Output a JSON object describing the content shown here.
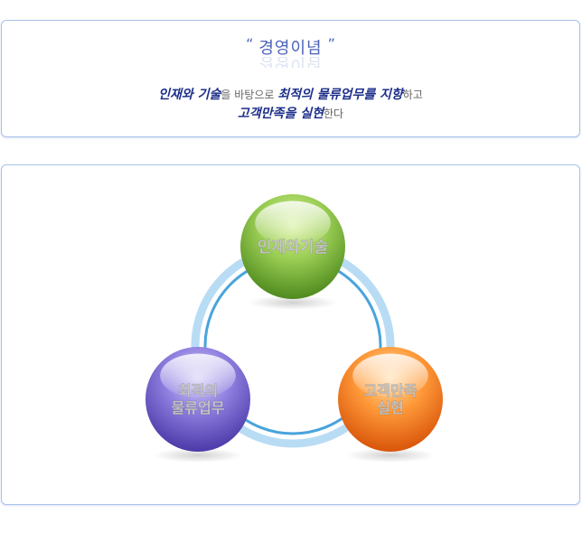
{
  "philosophy": {
    "title": "경영이념",
    "open_quote": "“",
    "close_quote": "”",
    "line1": [
      {
        "text": "인재와 기술",
        "emph": true
      },
      {
        "text": "을 바탕으로 ",
        "emph": false
      },
      {
        "text": "최적의 물류업무를 지향",
        "emph": true
      },
      {
        "text": "하고",
        "emph": false
      }
    ],
    "line2": [
      {
        "text": "고객만족을 실현",
        "emph": true
      },
      {
        "text": "한다",
        "emph": false
      }
    ]
  },
  "diagram": {
    "nodes": [
      {
        "lines": [
          "인재와기술"
        ],
        "color": "green"
      },
      {
        "lines": [
          "최적의",
          "물류업무"
        ],
        "color": "purple"
      },
      {
        "lines": [
          "고객만족",
          "실현"
        ],
        "color": "orange"
      }
    ]
  },
  "colors": {
    "accent": "#4a63b8",
    "border": "#a9c2ea",
    "emph_text": "#1d2f8a",
    "ring_outer": "#b9dcf5",
    "ring_inner": "#49a4dc"
  }
}
